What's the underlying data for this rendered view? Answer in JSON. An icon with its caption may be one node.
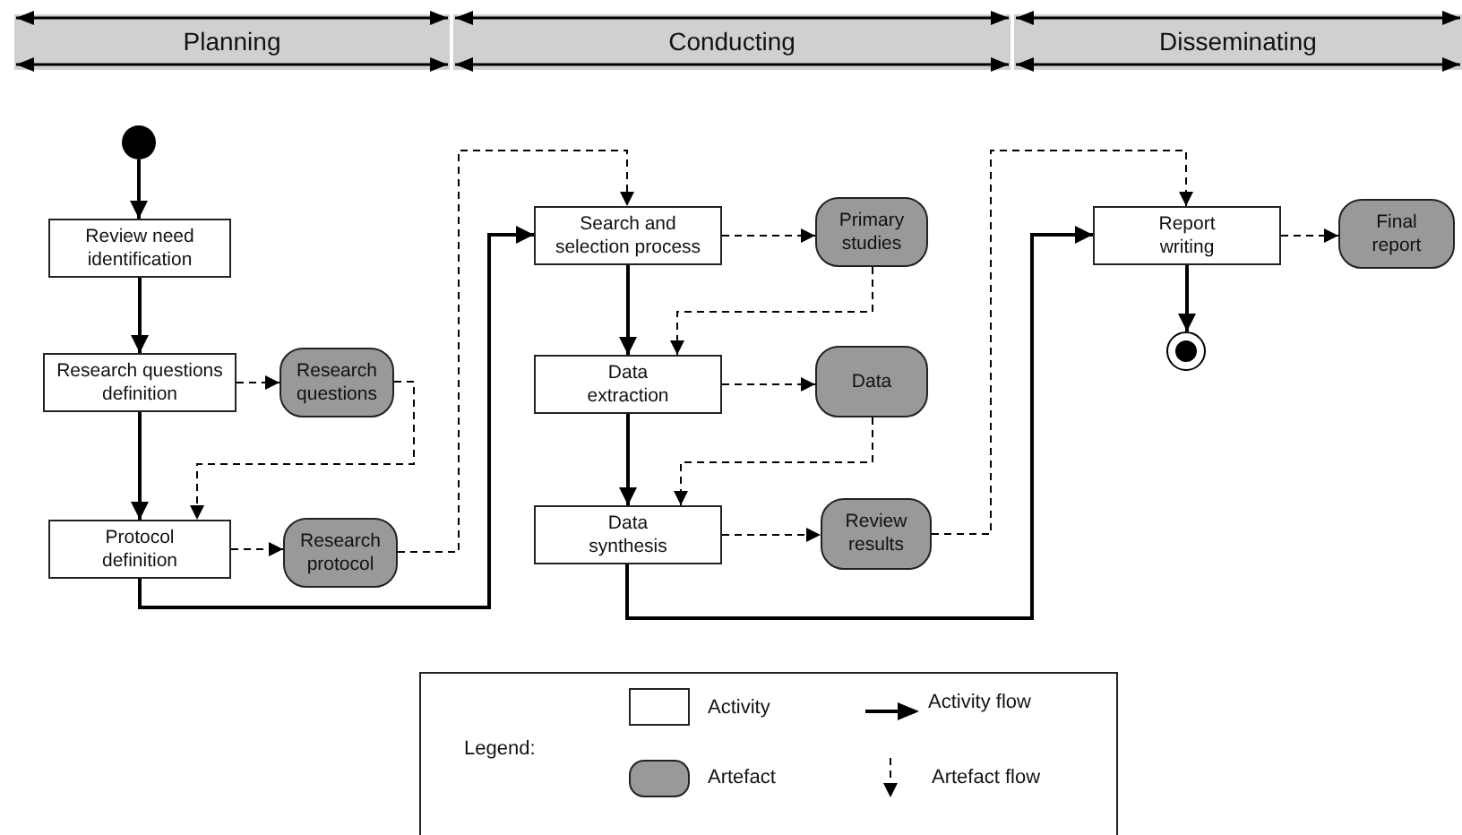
{
  "diagram": {
    "nodes": [
      {
        "text": [
          "Planning"
        ]
      },
      {
        "text": [
          "Conducting"
        ]
      },
      {
        "text": [
          "Disseminating"
        ]
      },
      {
        "text": [],
        "shape": "circle"
      },
      {
        "text": [
          "Review need identification"
        ]
      },
      {
        "text": [
          "Research questions definition"
        ]
      },
      {
        "text": [
          "Research questions"
        ]
      },
      {
        "text": [
          "Protocol definition"
        ]
      },
      {
        "text": [
          "Research protocol"
        ]
      },
      {
        "text": [
          "Search and selection process"
        ]
      },
      {
        "text": [
          "Primary studies"
        ]
      },
      {
        "text": [
          "Data extraction"
        ]
      },
      {
        "text": [
          "Data"
        ]
      },
      {
        "text": [
          "Data synthesis"
        ]
      },
      {
        "text": [
          "Review results"
        ]
      },
      {
        "text": [
          "Report writing"
        ]
      },
      {
        "text": [
          "Final report"
        ]
      },
      {
        "text": [],
        "shape": "circle"
      }
    ],
    "edges": [
      {
        "from": 3,
        "to": 4,
        "arrow": "to"
      },
      {
        "from": 4,
        "to": 5,
        "arrow": "to"
      },
      {
        "from": 5,
        "to": 7,
        "arrow": "to"
      },
      {
        "from": 7,
        "to": 9,
        "arrow": "to"
      },
      {
        "from": 9,
        "to": 11,
        "arrow": "to"
      },
      {
        "from": 11,
        "to": 13,
        "arrow": "to"
      },
      {
        "from": 13,
        "to": 15,
        "arrow": "to"
      },
      {
        "from": 15,
        "to": 17,
        "arrow": "to"
      },
      {
        "from": 5,
        "to": 6,
        "arrow": "to",
        "style": "dashed"
      },
      {
        "from": 6,
        "to": 7,
        "arrow": "to",
        "style": "dashed"
      },
      {
        "from": 7,
        "to": 8,
        "arrow": "to",
        "style": "dashed"
      },
      {
        "from": 8,
        "to": 9,
        "arrow": "to",
        "style": "dashed"
      },
      {
        "from": 9,
        "to": 10,
        "arrow": "to",
        "style": "dashed"
      },
      {
        "from": 10,
        "to": 11,
        "arrow": "to",
        "style": "dashed"
      },
      {
        "from": 11,
        "to": 12,
        "arrow": "to",
        "style": "dashed"
      },
      {
        "from": 12,
        "to": 13,
        "arrow": "to",
        "style": "dashed"
      },
      {
        "from": 13,
        "to": 14,
        "arrow": "to",
        "style": "dashed"
      },
      {
        "from": 14,
        "to": 15,
        "arrow": "to",
        "style": "dashed"
      },
      {
        "from": 15,
        "to": 16,
        "arrow": "to",
        "style": "dashed"
      }
    ],
    "labels": [
      "Legend:"
    ],
    "legend": [
      {
        "text": "Activity"
      },
      {
        "text": "Activity flow"
      },
      {
        "text": "Artefact"
      },
      {
        "text": "Artefact flow"
      }
    ]
  }
}
